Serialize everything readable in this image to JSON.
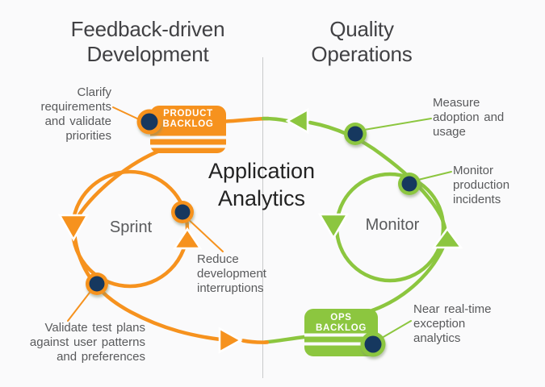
{
  "colors": {
    "orange": "#F6921E",
    "green": "#8CC63F",
    "navy": "#17375E",
    "text_gray": "#595A5C",
    "heading_gray": "#414144",
    "title_dark": "#232323",
    "divider_gray": "#C9CACB",
    "background": "#FAFAFB"
  },
  "headings": {
    "left": [
      "Feedback-driven",
      "Development"
    ],
    "right": [
      "Quality",
      "Operations"
    ],
    "center": [
      "Application",
      "Analytics"
    ]
  },
  "loops": {
    "sprint": "Sprint",
    "monitor": "Monitor"
  },
  "badges": {
    "product": [
      "PRODUCT",
      "BACKLOG"
    ],
    "ops": [
      "OPS",
      "BACKLOG"
    ]
  },
  "callouts": {
    "clarify": [
      "Clarify",
      "requirements",
      "and validate",
      "priorities"
    ],
    "measure": [
      "Measure",
      "adoption and",
      "usage"
    ],
    "monitor_production": [
      "Monitor",
      "production",
      "incidents"
    ],
    "reduce": [
      "Reduce",
      "development",
      "interruptions"
    ],
    "validate": [
      "Validate test plans",
      "against user patterns",
      "and preferences"
    ],
    "near_realtime": [
      "Near real-time",
      "exception",
      "analytics"
    ]
  },
  "icons": {
    "arrow_left": "left-flow-arrow",
    "arrow_right": "right-flow-arrow",
    "arrow_down_sprint": "sprint-ccw-arrow",
    "arrow_up_sprint": "sprint-ccw-arrow",
    "arrow_down_monitor": "monitor-ccw-arrow",
    "arrow_up_monitor": "monitor-ccw-arrow"
  }
}
